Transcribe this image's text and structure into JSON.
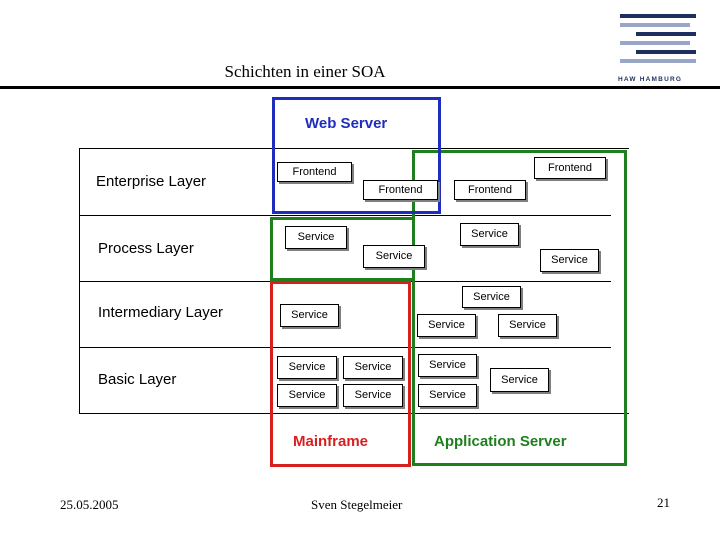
{
  "header": {
    "title": "Schichten in einer SOA",
    "logo_text": "HAW HAMBURG"
  },
  "layers": [
    {
      "label": "Enterprise Layer"
    },
    {
      "label": "Process Layer"
    },
    {
      "label": "Intermediary Layer"
    },
    {
      "label": "Basic Layer"
    }
  ],
  "regions": {
    "web_server": "Web Server",
    "mainframe": "Mainframe",
    "application_server": "Application Server"
  },
  "boxes": {
    "frontend": "Frontend",
    "service": "Service"
  },
  "colors": {
    "web_server": "#1f2dbf",
    "mainframe": "#d81f1f",
    "application_server": "#1f7f1f"
  },
  "footer": {
    "date": "25.05.2005",
    "author": "Sven Stegelmeier",
    "page": "21"
  }
}
